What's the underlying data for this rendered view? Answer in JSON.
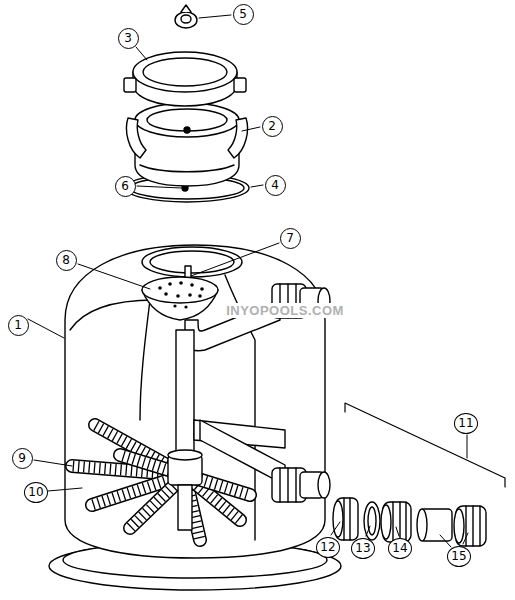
{
  "diagram": {
    "labels": [
      "5",
      "3",
      "2",
      "4",
      "6",
      "7",
      "8",
      "1",
      "11",
      "9",
      "10",
      "12",
      "13",
      "14",
      "15",
      "INYOPOOLS.COM"
    ]
  }
}
